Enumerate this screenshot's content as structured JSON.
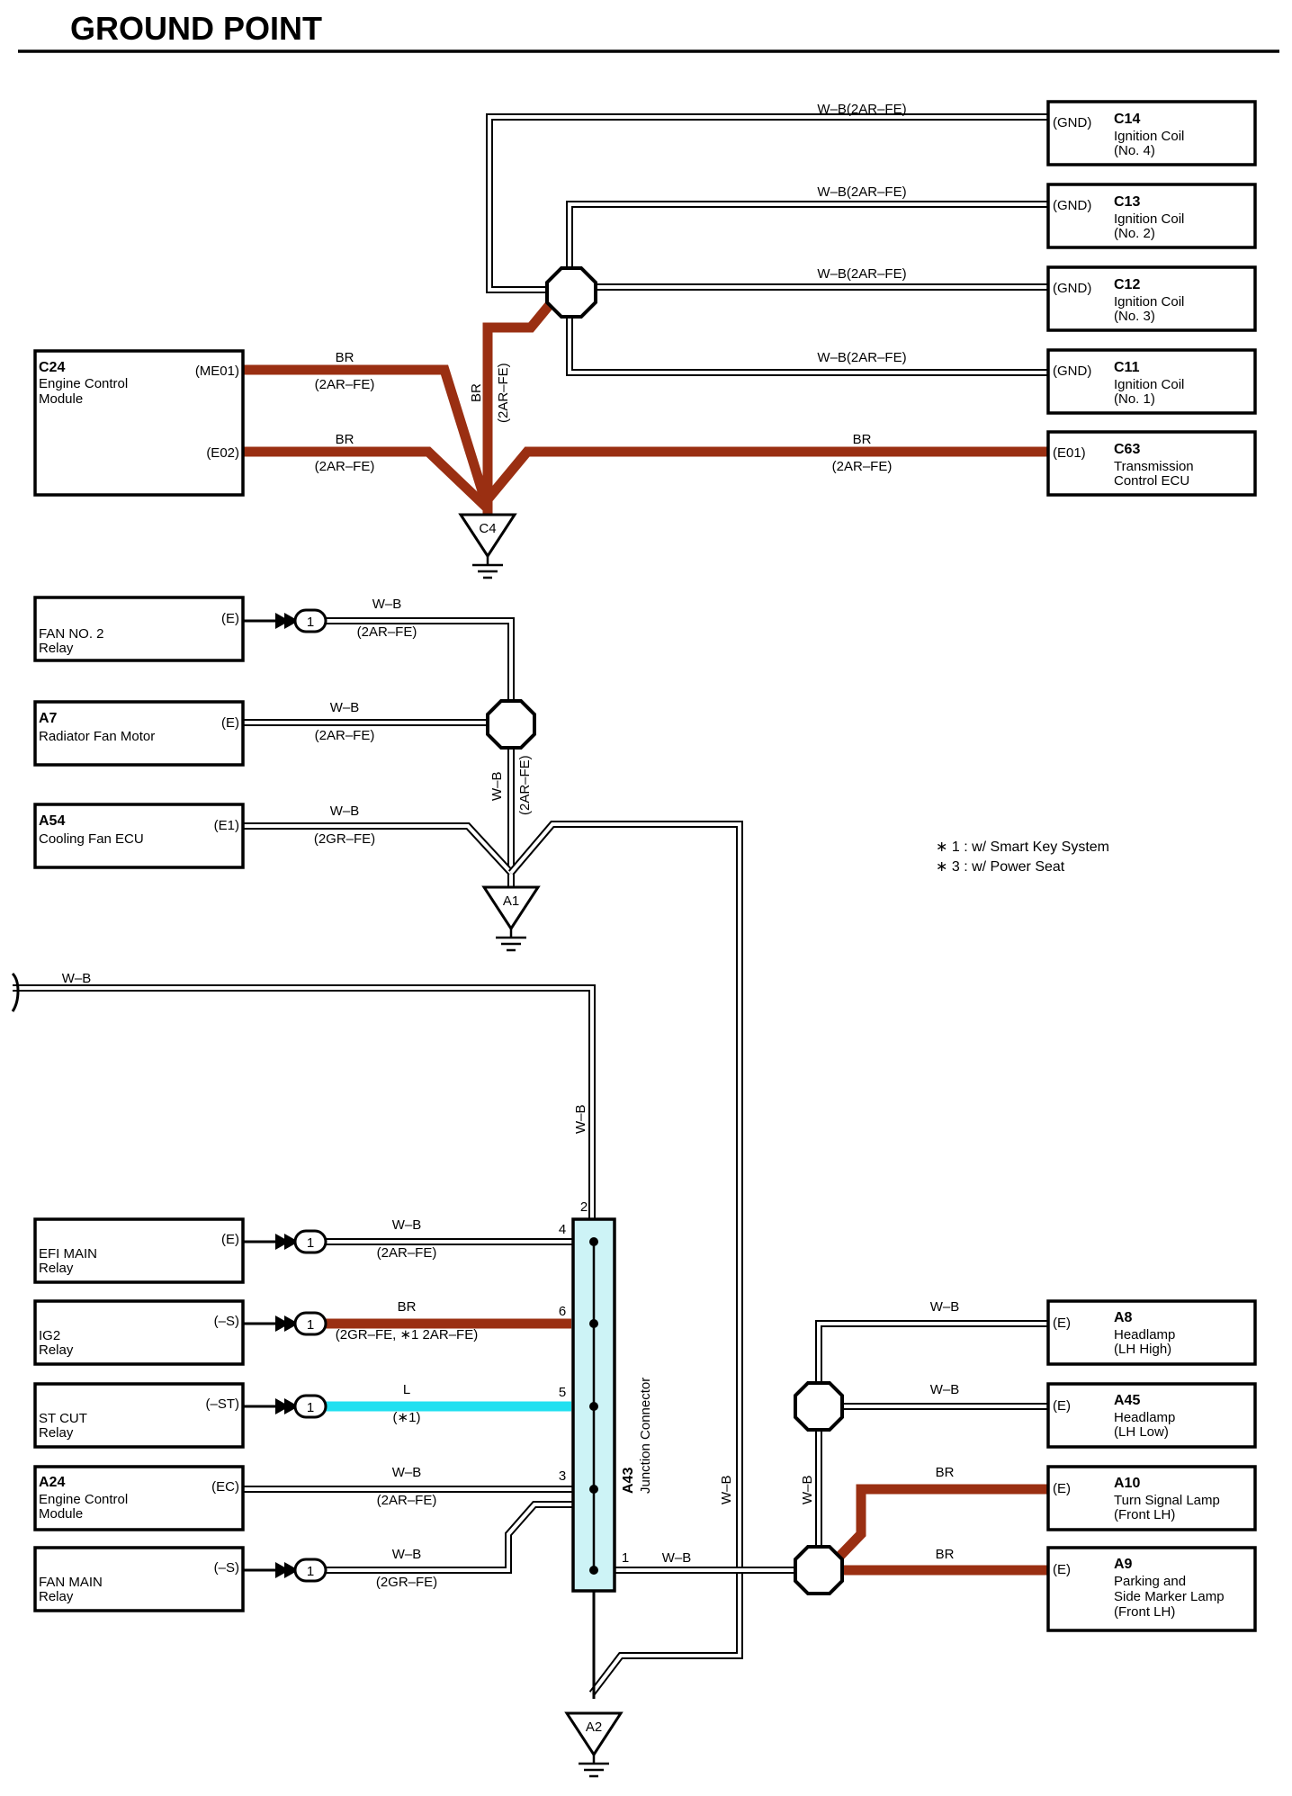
{
  "title": "GROUND POINT",
  "components": {
    "c14": {
      "code": "C14",
      "name1": "Ignition Coil",
      "name2": "(No. 4)",
      "pin": "(GND)"
    },
    "c13": {
      "code": "C13",
      "name1": "Ignition Coil",
      "name2": "(No. 2)",
      "pin": "(GND)"
    },
    "c12": {
      "code": "C12",
      "name1": "Ignition Coil",
      "name2": "(No. 3)",
      "pin": "(GND)"
    },
    "c11": {
      "code": "C11",
      "name1": "Ignition Coil",
      "name2": "(No. 1)",
      "pin": "(GND)"
    },
    "c63": {
      "code": "C63",
      "name1": "Transmission",
      "name2": "Control ECU",
      "pin": "(E01)"
    },
    "c24": {
      "code": "C24",
      "name1": "Engine Control",
      "name2": "Module",
      "pin1": "(ME01)",
      "pin2": "(E02)"
    },
    "fan2": {
      "name1": "FAN NO. 2",
      "name2": "Relay",
      "pin": "(E)"
    },
    "a7": {
      "code": "A7",
      "name1": "Radiator Fan Motor",
      "pin": "(E)"
    },
    "a54": {
      "code": "A54",
      "name1": "Cooling Fan ECU",
      "pin": "(E1)"
    },
    "efi": {
      "name1": "EFI MAIN",
      "name2": "Relay",
      "pin": "(E)"
    },
    "ig2": {
      "name1": "IG2",
      "name2": "Relay",
      "pin": "(–S)"
    },
    "stcut": {
      "name1": "ST CUT",
      "name2": "Relay",
      "pin": "(–ST)"
    },
    "a24": {
      "code": "A24",
      "name1": "Engine Control",
      "name2": "Module",
      "pin": "(EC)"
    },
    "fanmain": {
      "name1": "FAN MAIN",
      "name2": "Relay",
      "pin": "(–S)"
    },
    "a8": {
      "code": "A8",
      "name1": "Headlamp",
      "name2": "(LH High)",
      "pin": "(E)"
    },
    "a45": {
      "code": "A45",
      "name1": "Headlamp",
      "name2": "(LH Low)",
      "pin": "(E)"
    },
    "a10": {
      "code": "A10",
      "name1": "Turn Signal Lamp",
      "name2": "(Front LH)",
      "pin": "(E)"
    },
    "a9": {
      "code": "A9",
      "name1": "Parking and",
      "name2": "Side Marker Lamp",
      "name3": "(Front LH)",
      "pin": "(E)"
    },
    "a43": {
      "code": "A43",
      "name": "Junction Connector"
    }
  },
  "wires": {
    "wb_2ar": "W–B(2AR–FE)",
    "br": "BR",
    "wb": "W–B",
    "l": "L",
    "paren_2ar": "(2AR–FE)",
    "paren_2gr": "(2GR–FE)",
    "paren_ig2": "(2GR–FE, ∗1 2AR–FE)",
    "paren_st": "(∗1)"
  },
  "grounds": {
    "c4": "C4",
    "a1": "A1",
    "a2": "A2"
  },
  "connector_pin": "1",
  "junction_pins": {
    "p2": "2",
    "p4": "4",
    "p6": "6",
    "p5": "5",
    "p3": "3",
    "p1": "1"
  },
  "notes": [
    "∗ 1 : w/ Smart Key System",
    "∗ 3 : w/ Power Seat"
  ]
}
